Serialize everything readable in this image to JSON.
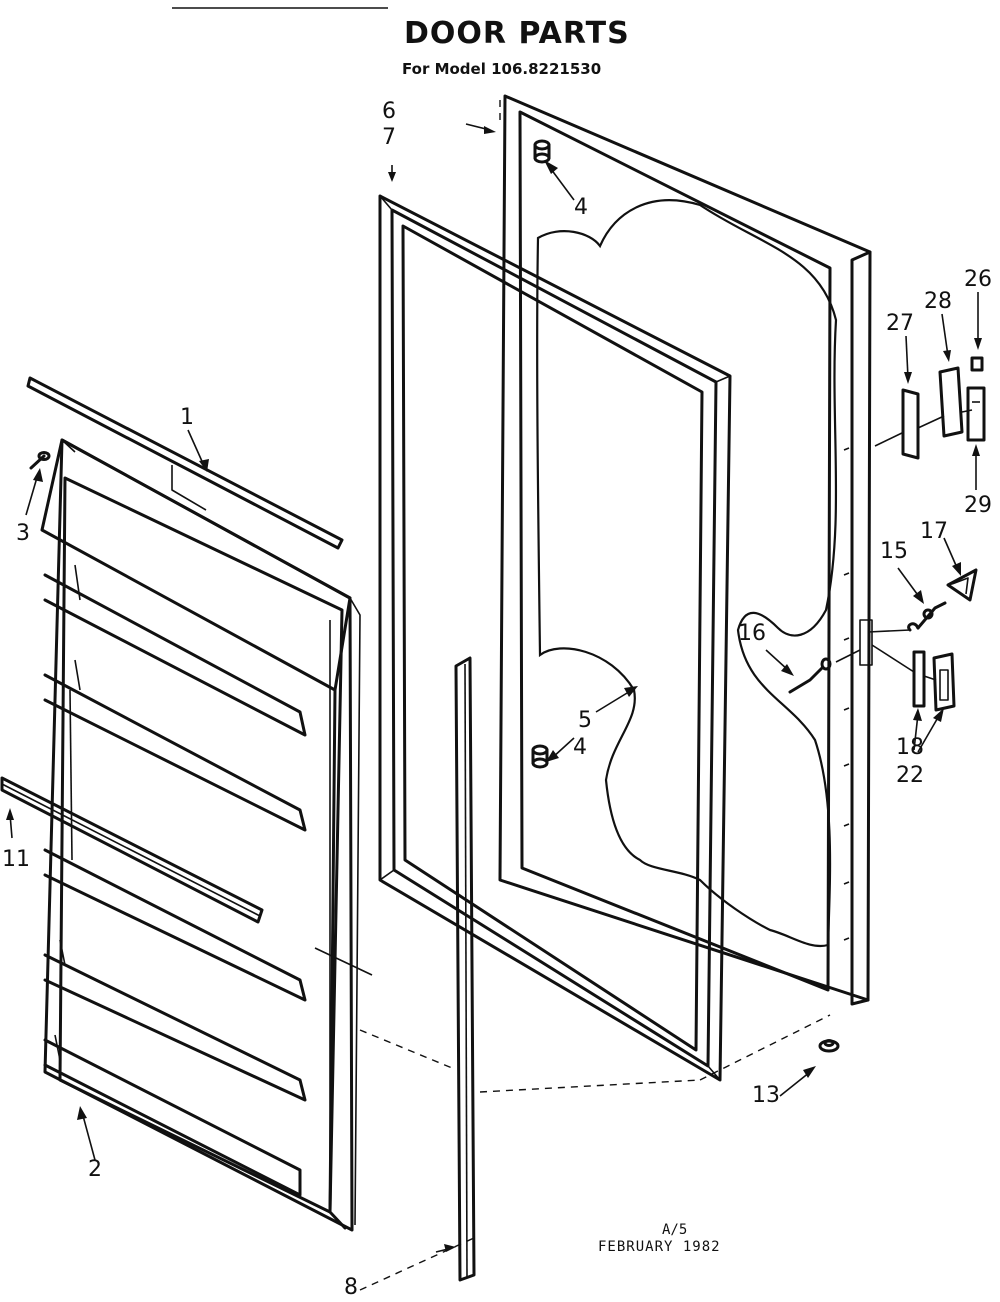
{
  "title": "DOOR PARTS",
  "subtitle": "For Model 106.8221530",
  "footer": {
    "code": "A/5",
    "date": "FEBRUARY 1982"
  },
  "part_labels": [
    "1",
    "2",
    "3",
    "4",
    "4",
    "5",
    "6",
    "7",
    "8",
    "11",
    "13",
    "15",
    "16",
    "17",
    "18",
    "22",
    "26",
    "27",
    "28",
    "29"
  ]
}
